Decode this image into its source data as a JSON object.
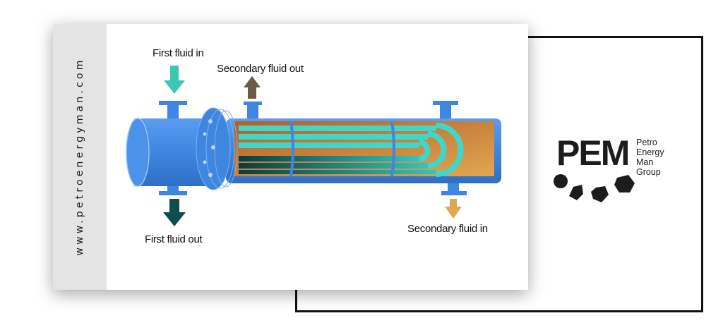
{
  "website": "www.petroenergyman.com",
  "labels": {
    "first_in": "First fluid in",
    "secondary_out": "Secondary fluid out",
    "first_out": "First fluid out",
    "secondary_in": "Secondary fluid in"
  },
  "logo": {
    "mark": "PEM",
    "line1": "Petro",
    "line2": "Energy",
    "line3": "Man Group"
  },
  "colors": {
    "shell": "#3f86e0",
    "first_in_arrow": "#3cc6b4",
    "secondary_out_arrow": "#6b5a45",
    "first_out_arrow": "#0d4f4a",
    "secondary_in_arrow": "#e0a650"
  }
}
